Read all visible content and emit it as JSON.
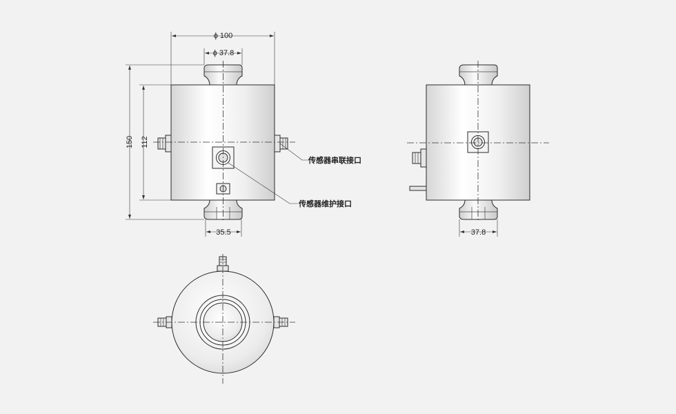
{
  "dimensions": {
    "outer_diameter": "ϕ 100",
    "bore_diameter": "ϕ 37.8",
    "overall_height": "150",
    "body_height": "112",
    "base_width": "35.5",
    "side_view_top_width": "37.8"
  },
  "callouts": {
    "series_port": "传感器串联接口",
    "maintenance_port": "传感器维护接口"
  },
  "colors": {
    "background": "#f2f2f2",
    "line": "#2a2a2a",
    "body_fill": "#e9e9e9"
  }
}
